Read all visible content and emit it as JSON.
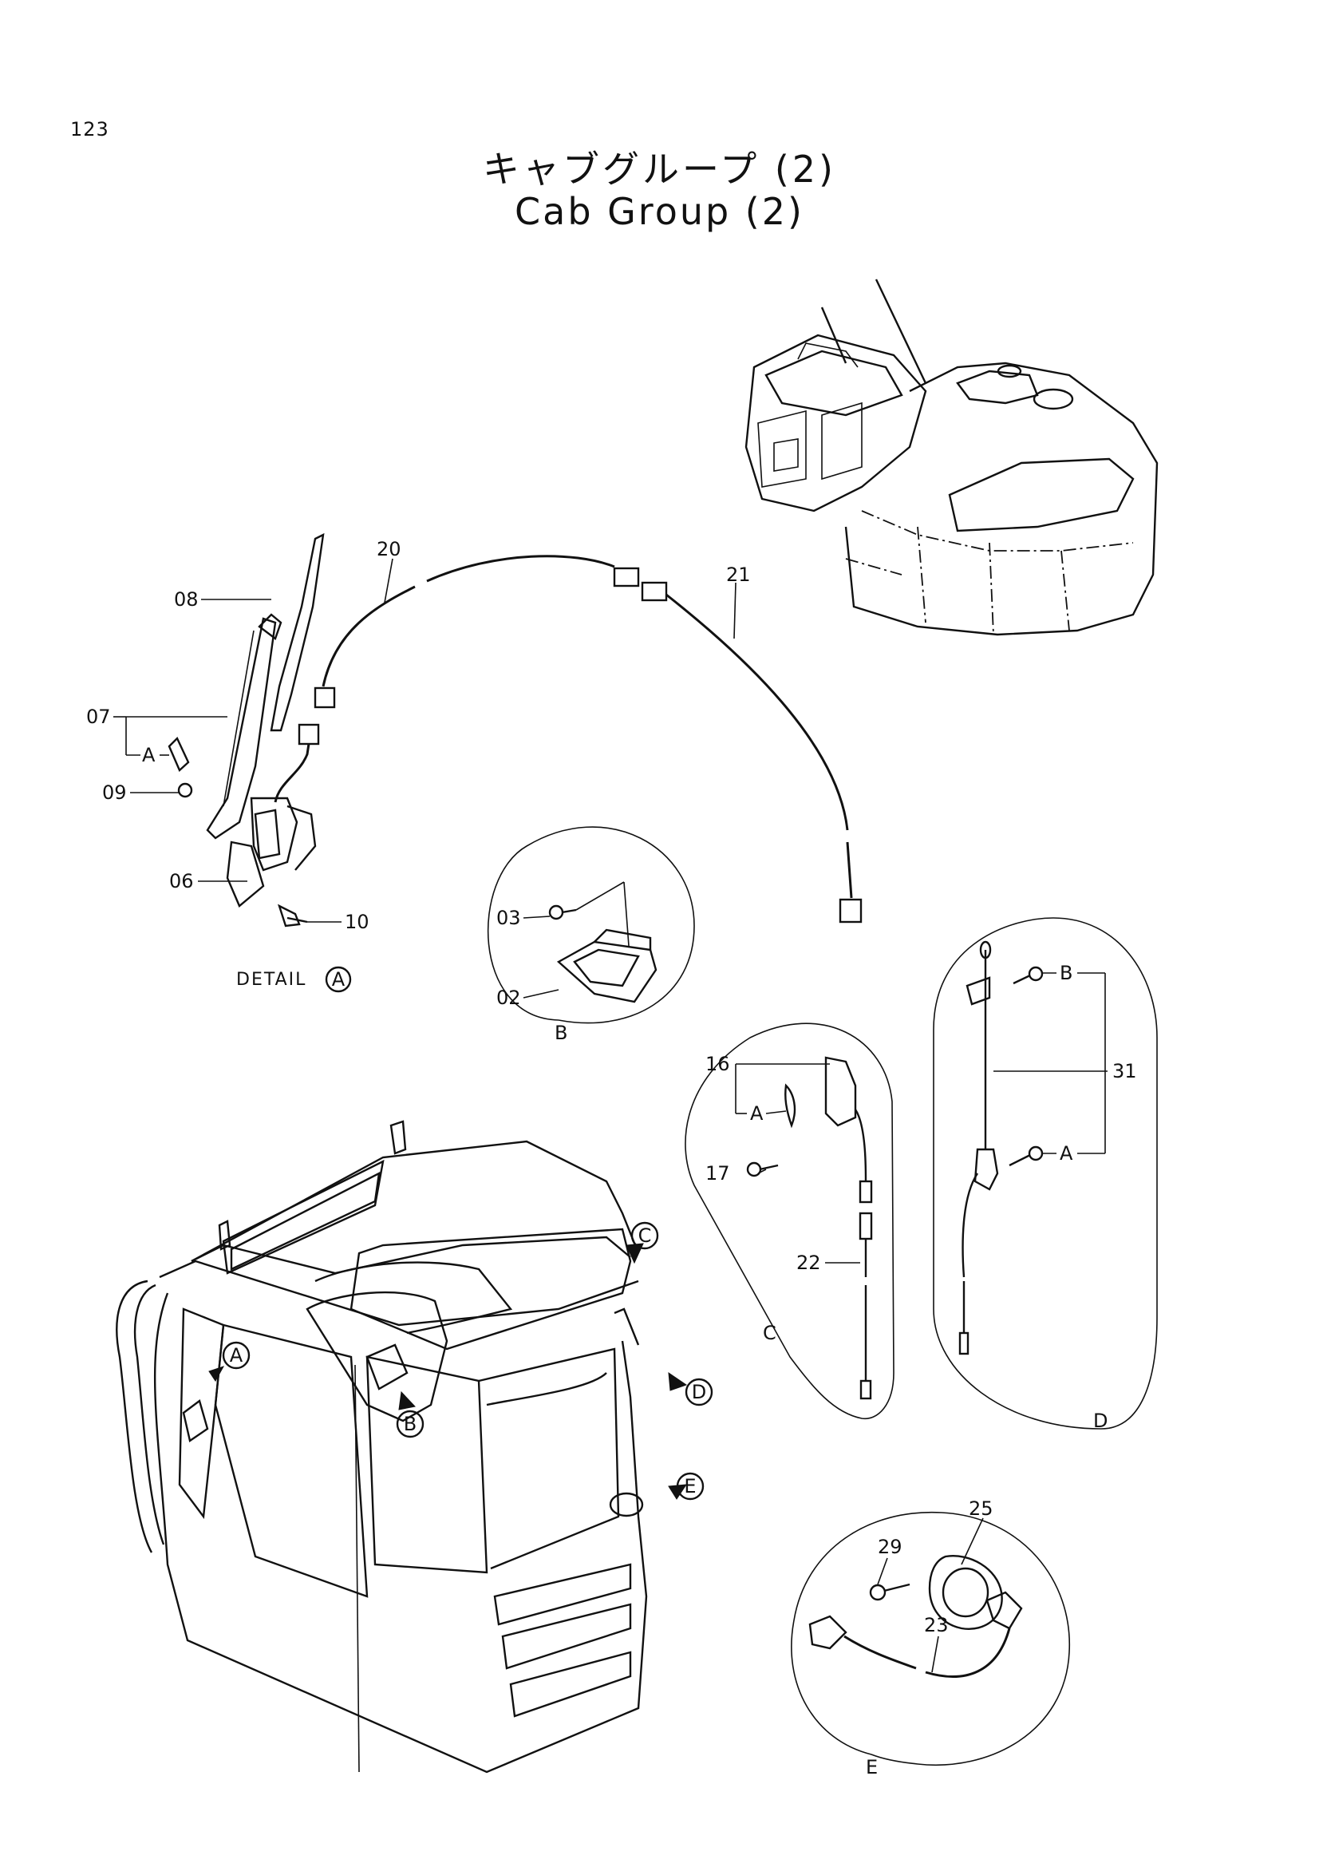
{
  "page": {
    "number": "123",
    "title_jp": "キャブグループ (2)",
    "title_en": "Cab Group (2)"
  },
  "detail_label": "DETAIL",
  "callouts": {
    "A": "A",
    "B": "B",
    "C": "C",
    "D": "D",
    "E": "E"
  },
  "parts": {
    "p02": "02",
    "p03": "03",
    "p06": "06",
    "p07": "07",
    "p08": "08",
    "p09": "09",
    "p10": "10",
    "p16": "16",
    "p17": "17",
    "p20": "20",
    "p21": "21",
    "p22": "22",
    "p23": "23",
    "p25": "25",
    "p29": "29",
    "p31": "31"
  }
}
